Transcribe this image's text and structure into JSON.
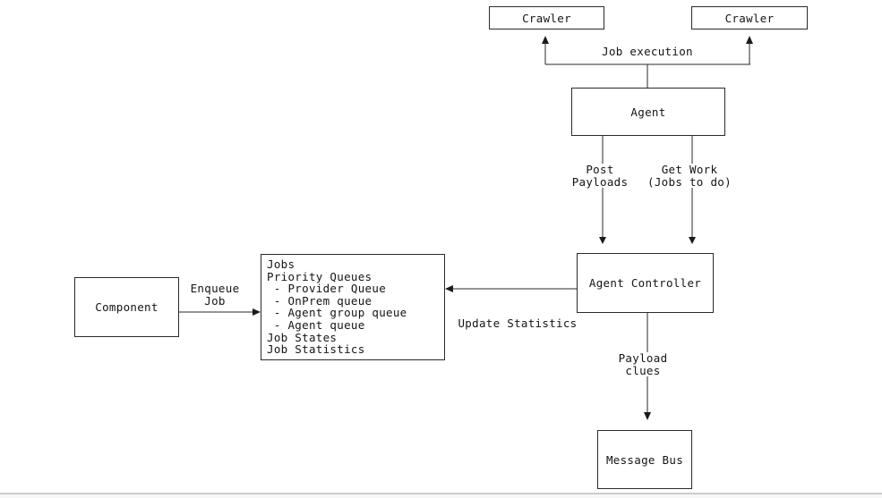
{
  "diagram": {
    "colors": {
      "background": "#ffffff",
      "line": "#2a2a2a",
      "text": "#141414",
      "bottom_edge": "#cccccc"
    },
    "nodes": {
      "crawler_left": {
        "label": "Crawler"
      },
      "crawler_right": {
        "label": "Crawler"
      },
      "agent": {
        "label": "Agent"
      },
      "agent_controller": {
        "label": "Agent Controller"
      },
      "message_bus": {
        "label": "Message Bus"
      },
      "component": {
        "label": "Component"
      },
      "jobs": {
        "lines": [
          "Jobs",
          "Priority Queues",
          " - Provider Queue",
          " - OnPrem queue",
          " - Agent group queue",
          " - Agent queue",
          "Job States",
          "Job Statistics"
        ]
      }
    },
    "edges": {
      "job_execution": {
        "label": "Job execution",
        "from": "agent",
        "to": "crawler_left, crawler_right"
      },
      "post_payloads": {
        "line1": "Post",
        "line2": "Payloads",
        "from": "agent",
        "to": "agent_controller"
      },
      "get_work": {
        "line1": "Get Work",
        "line2": "(Jobs to do)",
        "from": "agent",
        "to": "agent_controller"
      },
      "update_statistics": {
        "label": "Update Statistics",
        "from": "agent_controller",
        "to": "jobs"
      },
      "payload_clues": {
        "line1": "Payload",
        "line2": "clues",
        "from": "agent_controller",
        "to": "message_bus"
      },
      "enqueue_job": {
        "line1": "Enqueue",
        "line2": "Job",
        "from": "component",
        "to": "jobs"
      }
    }
  }
}
